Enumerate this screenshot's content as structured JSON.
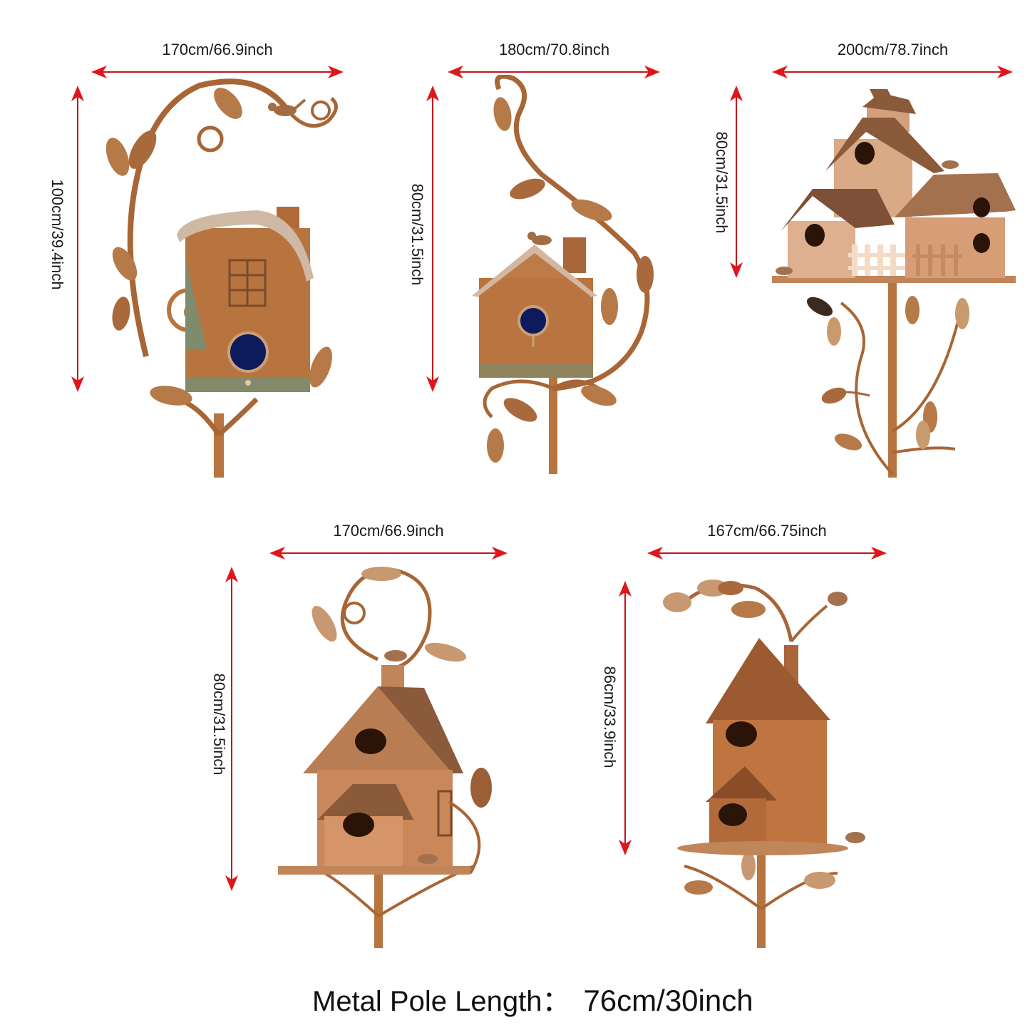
{
  "products": [
    {
      "id": 1,
      "name": "cottage-birdhouse-with-swirl-vine",
      "width_label": "170cm/66.9inch",
      "height_label": "100cm/39.4inch"
    },
    {
      "id": 2,
      "name": "small-house-birdhouse-with-s-vine",
      "width_label": "180cm/70.8inch",
      "height_label": "80cm/31.5inch"
    },
    {
      "id": 3,
      "name": "village-multi-house-birdhouse",
      "width_label": "200cm/78.7inch",
      "height_label": "80cm/31.5inch"
    },
    {
      "id": 4,
      "name": "two-story-house-birdhouse",
      "width_label": "170cm/66.9inch",
      "height_label": "80cm/31.5inch"
    },
    {
      "id": 5,
      "name": "round-tower-birdhouse",
      "width_label": "167cm/66.75inch",
      "height_label": "86cm/33.9inch"
    }
  ],
  "footer": {
    "label": "Metal Pole Length：",
    "value": "76cm/30inch"
  },
  "colors": {
    "arrow": "#e0161b",
    "copper": "#b8743f",
    "copper_dark": "#8a4f26",
    "copper_light": "#d9a577",
    "patina": "#5f9a86",
    "hole_blue": "#0d1a5c",
    "hole_dark": "#2a1408"
  }
}
